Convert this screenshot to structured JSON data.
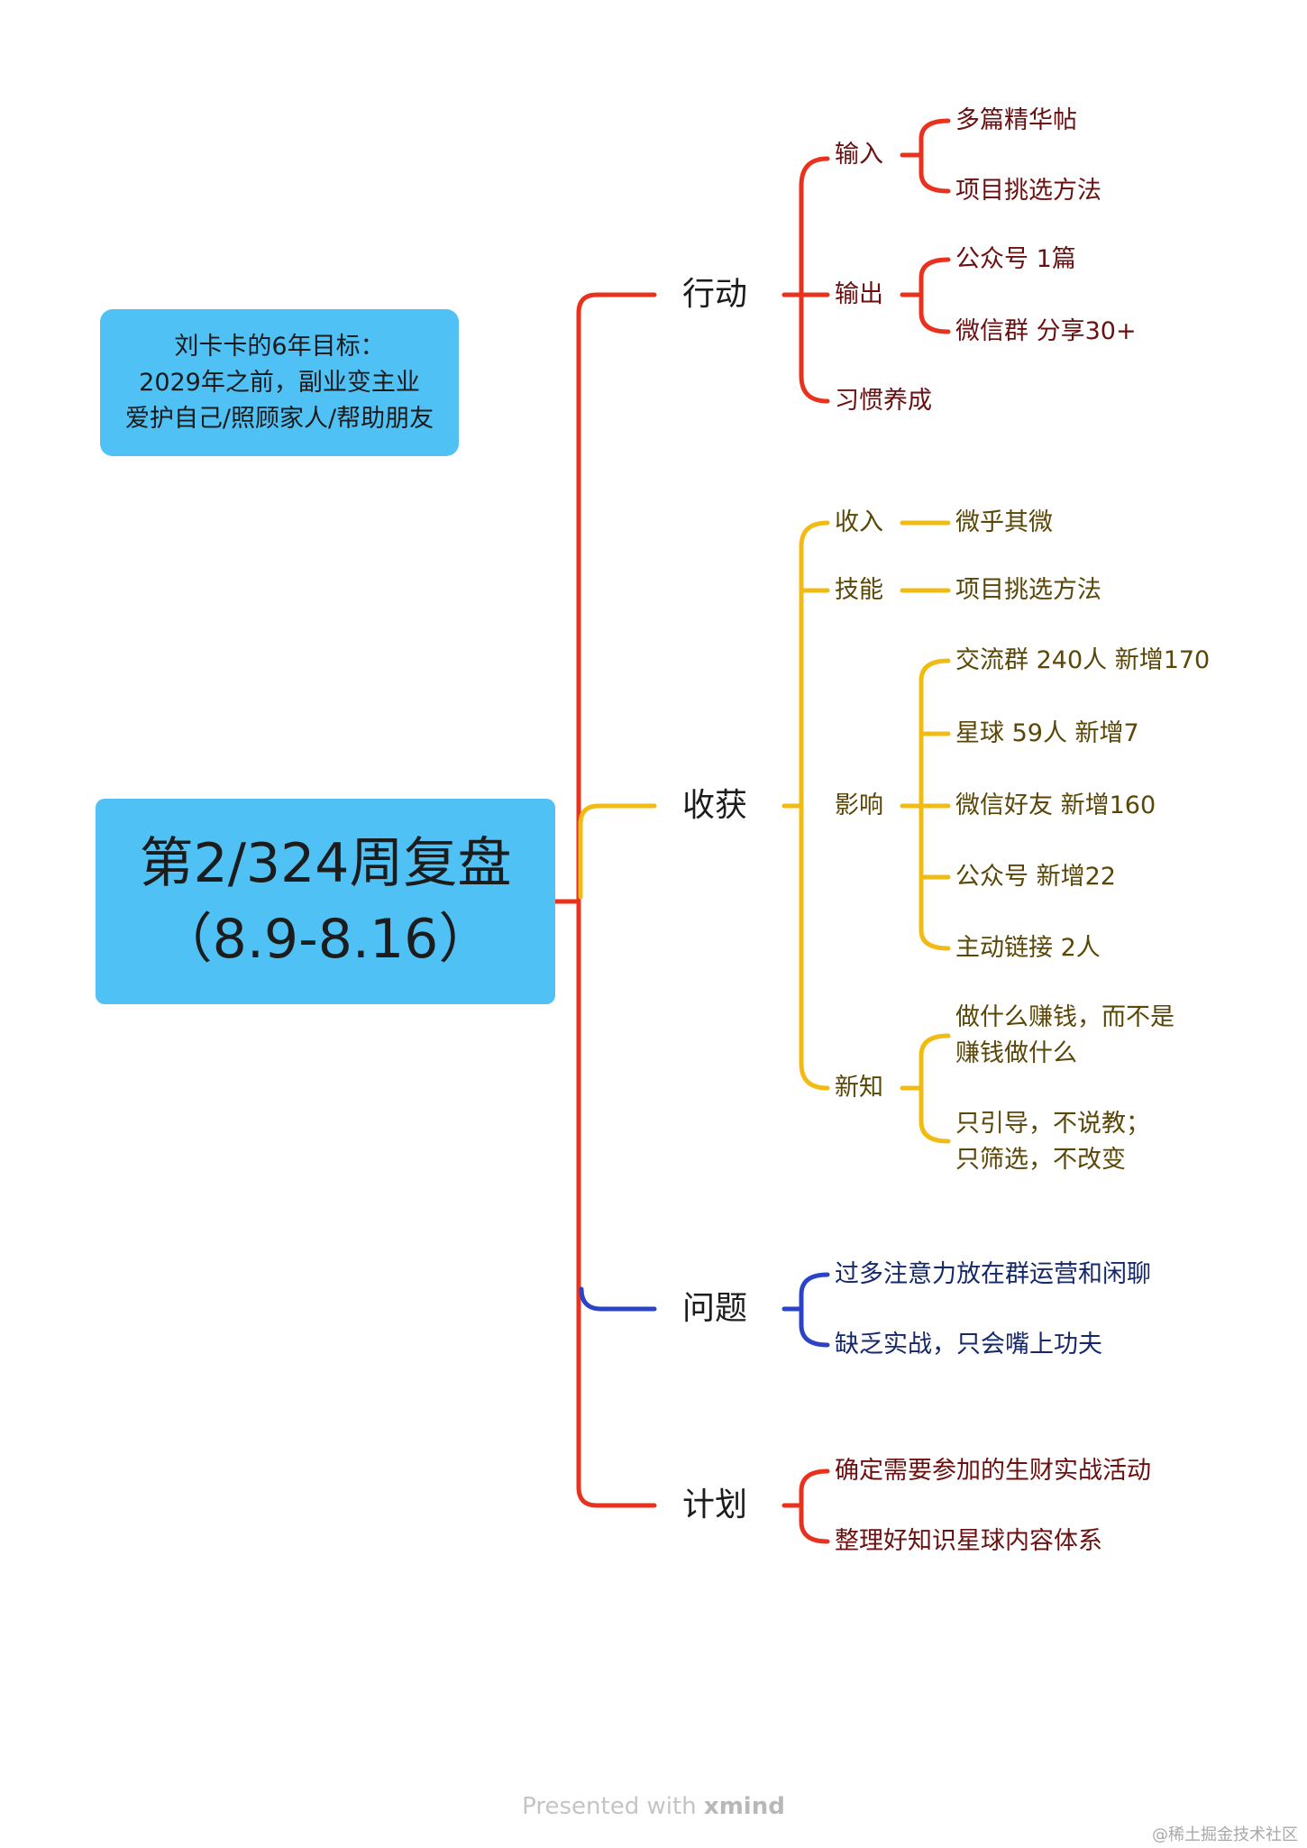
{
  "goal_box": {
    "line1": "刘卡卡的6年目标：",
    "line2": "2029年之前，副业变主业",
    "line3": "爱护自己/照顾家人/帮助朋友"
  },
  "central": {
    "line1": "第2/324周复盘",
    "line2": "（8.9-8.16）"
  },
  "colors": {
    "action": "#e8321e",
    "harvest": "#f2bb14",
    "problem": "#2a43c8",
    "plan": "#e8321e",
    "box": "#4fc1f5"
  },
  "branches": {
    "action": {
      "label": "行动",
      "children": {
        "input": {
          "label": "输入",
          "items": [
            "多篇精华帖",
            "项目挑选方法"
          ]
        },
        "output": {
          "label": "输出",
          "items": [
            "公众号 1篇",
            "微信群 分享30+"
          ]
        },
        "habit": {
          "label": "习惯养成"
        }
      }
    },
    "harvest": {
      "label": "收获",
      "children": {
        "income": {
          "label": "收入",
          "items": [
            "微乎其微"
          ]
        },
        "skill": {
          "label": "技能",
          "items": [
            "项目挑选方法"
          ]
        },
        "influence": {
          "label": "影响",
          "items": [
            "交流群 240人 新增170",
            "星球  59人 新增7",
            "微信好友 新增160",
            "公众号 新增22",
            "主动链接 2人"
          ]
        },
        "new_knowledge": {
          "label": "新知",
          "item1_line1": "做什么赚钱，而不是",
          "item1_line2": "赚钱做什么",
          "item2_line1": "只引导，不说教；",
          "item2_line2": "只筛选，不改变"
        }
      }
    },
    "problem": {
      "label": "问题",
      "items": [
        "过多注意力放在群运营和闲聊",
        "缺乏实战，只会嘴上功夫"
      ]
    },
    "plan": {
      "label": "计划",
      "items": [
        "确定需要参加的生财实战活动",
        "整理好知识星球内容体系"
      ]
    }
  },
  "watermark": {
    "prefix": "Presented with",
    "brand": "xmind"
  },
  "corner_mark": "@稀土掘金技术社区"
}
